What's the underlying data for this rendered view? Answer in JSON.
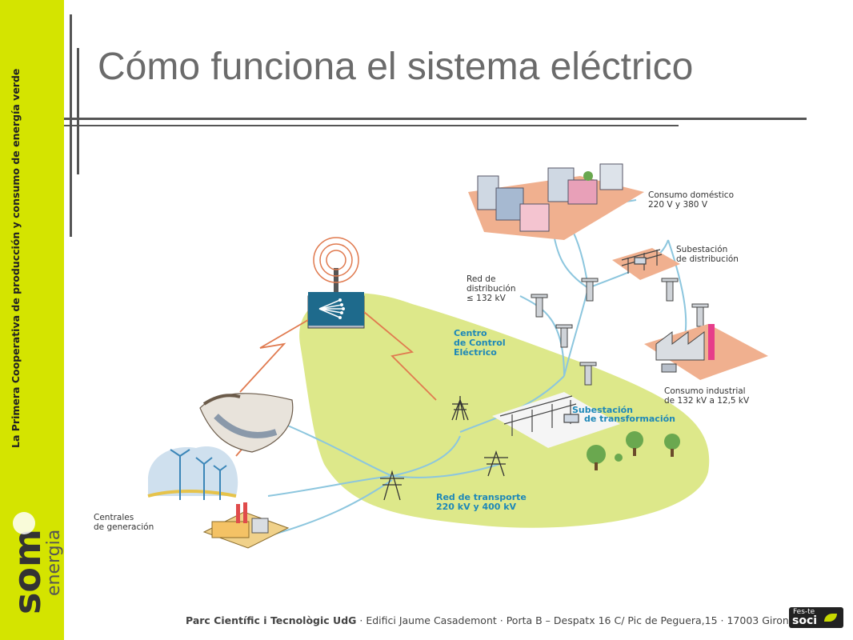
{
  "sidebar": {
    "tagline": "La Primera Cooperativa de producción y consumo de energía verde"
  },
  "logo": {
    "brand_main": "som",
    "brand_sub": "energia"
  },
  "slide": {
    "title": "Cómo funciona el sistema eléctrico"
  },
  "diagram": {
    "labels": {
      "consumo_domestico": [
        "Consumo doméstico",
        "220 V y 380 V"
      ],
      "subestacion_distribucion": [
        "Subestación",
        "de distribución"
      ],
      "red_distribucion": [
        "Red de",
        "distribución",
        "≤ 132 kV"
      ],
      "centro_control": [
        "Centro",
        "de Control",
        "Eléctrico"
      ],
      "consumo_industrial": [
        "Consumo industrial",
        "de 132 kV a 12,5 kV"
      ],
      "subestacion_transformacion": [
        "Subestación",
        "de transformación"
      ],
      "red_transporte": [
        "Red de transporte",
        "220 kV y 400 kV"
      ],
      "centrales": [
        "Centrales",
        "de generación"
      ]
    }
  },
  "footer": {
    "bold_part": "Parc Científic i Tecnològic UdG",
    "rest": " · Edifici Jaume Casademont · Porta B – Despatx 16 C/ Pic de Peguera,15 · 17003 Girona"
  },
  "badge": {
    "top": "Fes-te",
    "main": "soci"
  },
  "colors": {
    "sidebar": "#d4e400",
    "title": "#6b6b6b",
    "blob": "#dde88a",
    "blue_label": "#1e88b8"
  }
}
